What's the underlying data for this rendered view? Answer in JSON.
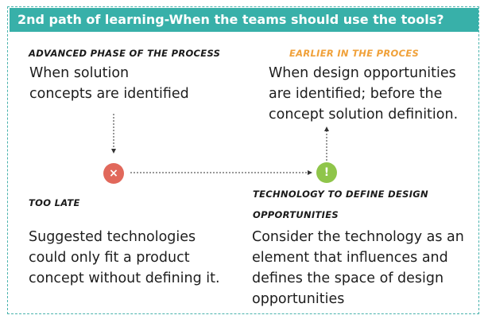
{
  "banner": {
    "title": "2nd path of learning-When the teams should use the tools?"
  },
  "top_left": {
    "heading": "ADVANCED PHASE OF THE PROCESS",
    "lines": [
      "When solution",
      "concepts are identified"
    ]
  },
  "top_right": {
    "heading": "EARLIER IN THE PROCES",
    "lines": [
      "When design opportunities",
      "are identified; before the",
      "concept solution definition."
    ]
  },
  "bottom_left": {
    "heading": "TOO LATE",
    "lines": [
      "Suggested technologies",
      "could only fit a product",
      "concept without defining it."
    ]
  },
  "bottom_right": {
    "heading_lines": [
      "TECHNOLOGY TO DEFINE DESIGN",
      "OPPORTUNITIES"
    ],
    "lines": [
      "Consider the technology as an",
      "element that influences and",
      "defines the space of design",
      "opportunities"
    ]
  },
  "markers": {
    "late": {
      "symbol": "×",
      "icon": "x-mark-icon",
      "color": "#e1685b"
    },
    "early": {
      "symbol": "!",
      "icon": "exclamation-icon",
      "color": "#8fc54a"
    }
  },
  "colors": {
    "accent": "#38b0a9",
    "orange": "#f0a13a"
  }
}
